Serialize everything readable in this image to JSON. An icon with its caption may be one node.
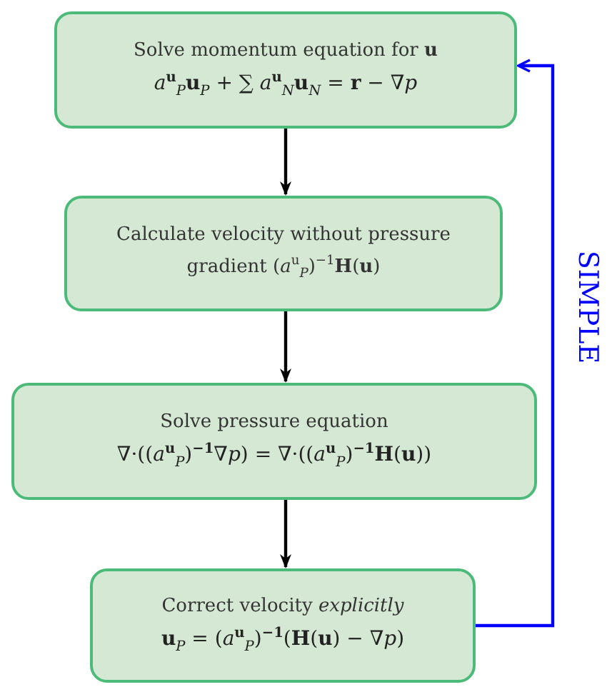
{
  "diagram": {
    "nodes": [
      {
        "text": [
          "Solve momentum equation for **u**",
          "*a*$^{u}$$_{P}$**u**$_{P}$ + ∑ *a*$^{u}$$_{N}$**u**$_{N}$ = **r** − ∇*p*"
        ]
      },
      {
        "text": [
          "Calculate velocity without pressure gradient (*a*$^{u}$$_{P}$)$^{−1}$**H**(**u**)"
        ]
      },
      {
        "text": [
          "Solve pressure equation",
          "∇·((*a*$^{u}$$_{P}$)$^{−1}$∇*p*) = ∇·((*a*$^{u}$$_{P}$)$^{−1}$**H**(**u**))"
        ]
      },
      {
        "text": [
          "Correct velocity *explicitly*",
          "**u**$_{P}$ = (*a*$^{u}$$_{P}$)$^{−1}$(**H**(**u**) − ∇*p*)"
        ]
      }
    ],
    "edges": [
      {
        "from": 0,
        "to": 1,
        "arrow": "to"
      },
      {
        "from": 1,
        "to": 2,
        "arrow": "to"
      },
      {
        "from": 2,
        "to": 3,
        "arrow": "to"
      },
      {
        "from": 3,
        "to": 0,
        "arrow": "to",
        "label": "SIMPLE",
        "color": "#0000ff"
      }
    ]
  }
}
